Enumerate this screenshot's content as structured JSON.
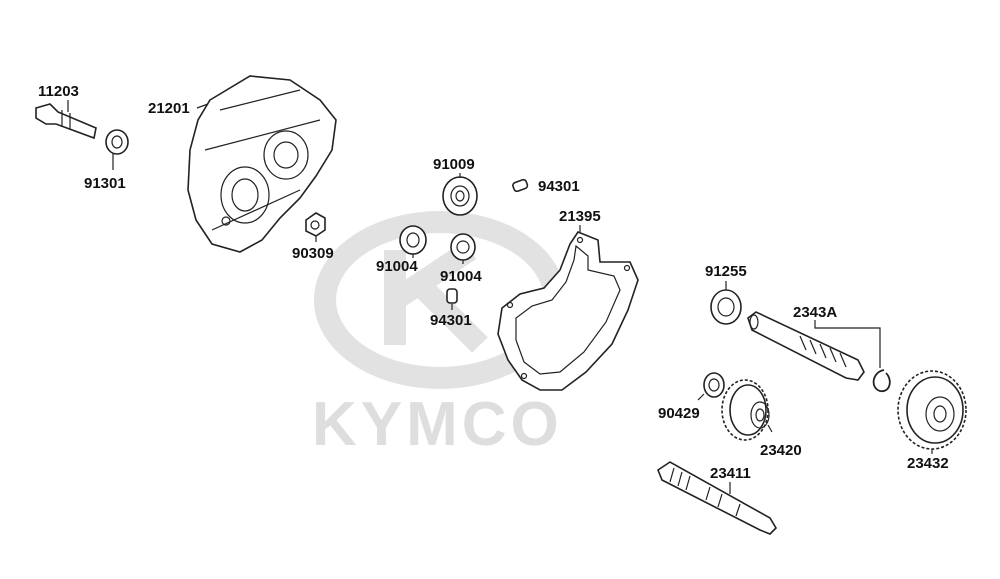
{
  "watermark": {
    "brand": "KYMCO"
  },
  "labels": {
    "p11203": "11203",
    "p21201": "21201",
    "p91301": "91301",
    "p90309": "90309",
    "p91009": "91009",
    "p94301_top": "94301",
    "p21395": "21395",
    "p91004_left": "91004",
    "p91004_right": "91004",
    "p94301_bottom": "94301",
    "p91255": "91255",
    "p2343A": "2343A",
    "p90429": "90429",
    "p23420": "23420",
    "p23432": "23432",
    "p23411": "23411"
  }
}
